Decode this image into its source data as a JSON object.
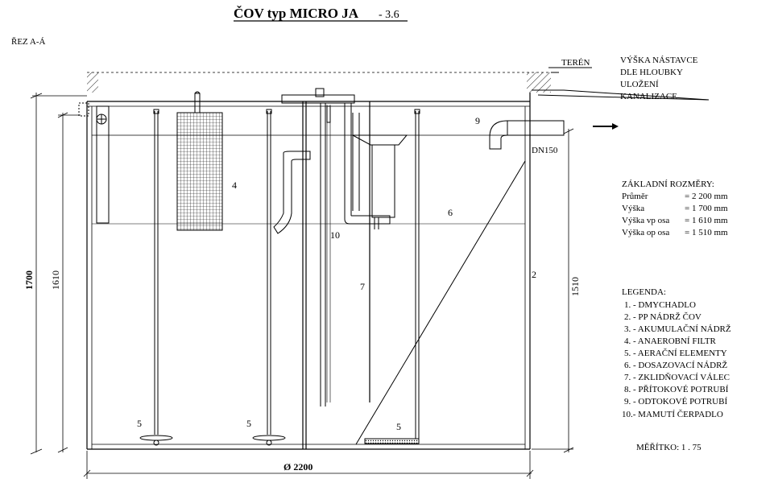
{
  "title": "ČOV typ MICRO JA",
  "title_suffix": "- 3.6",
  "section_label": "ŘEZ A-Á",
  "terrain_label": "TERÉN",
  "extension_note": [
    "VÝŠKA NÁSTAVCE",
    "DLE HLOUBKY",
    "ULOŽENÍ",
    "KANALIZACE"
  ],
  "outlet_label": "DN150",
  "dimensions": {
    "height_total": "1700",
    "height_inlet": "1610",
    "height_outlet": "1510",
    "diameter": "Ø 2200"
  },
  "basic_dims": {
    "heading": "ZÁKLADNÍ ROZMĚRY:",
    "rows": [
      {
        "label": "Průměr",
        "value": "= 2 200 mm"
      },
      {
        "label": "Výška",
        "value": "= 1 700 mm"
      },
      {
        "label": "Výška vp osa",
        "value": "= 1 610 mm"
      },
      {
        "label": "Výška op osa",
        "value": "= 1 510 mm"
      }
    ]
  },
  "legend": {
    "heading": "LEGENDA:",
    "items": [
      "1. - DMYCHADLO",
      "2. - PP NÁDRŽ ČOV",
      "3. - AKUMULAČNÍ NÁDRŽ",
      "4. - ANAEROBNÍ FILTR",
      "5. - AERAČNÍ ELEMENTY",
      "6. - DOSAZOVACÍ NÁDRŽ",
      "7. - ZKLIDŇOVACÍ VÁLEC",
      "8. - PŘÍTOKOVÉ POTRUBÍ",
      "9. - ODTOKOVÉ POTRUBÍ",
      "10.- MAMUTÍ ČERPADLO"
    ]
  },
  "scale_label": "MĚŘÍTKO: 1 . 75",
  "numbers": {
    "n2": "2",
    "n4": "4",
    "n5a": "5",
    "n5b": "5",
    "n5c": "5",
    "n6": "6",
    "n7": "7",
    "n9": "9",
    "n10": "10"
  }
}
